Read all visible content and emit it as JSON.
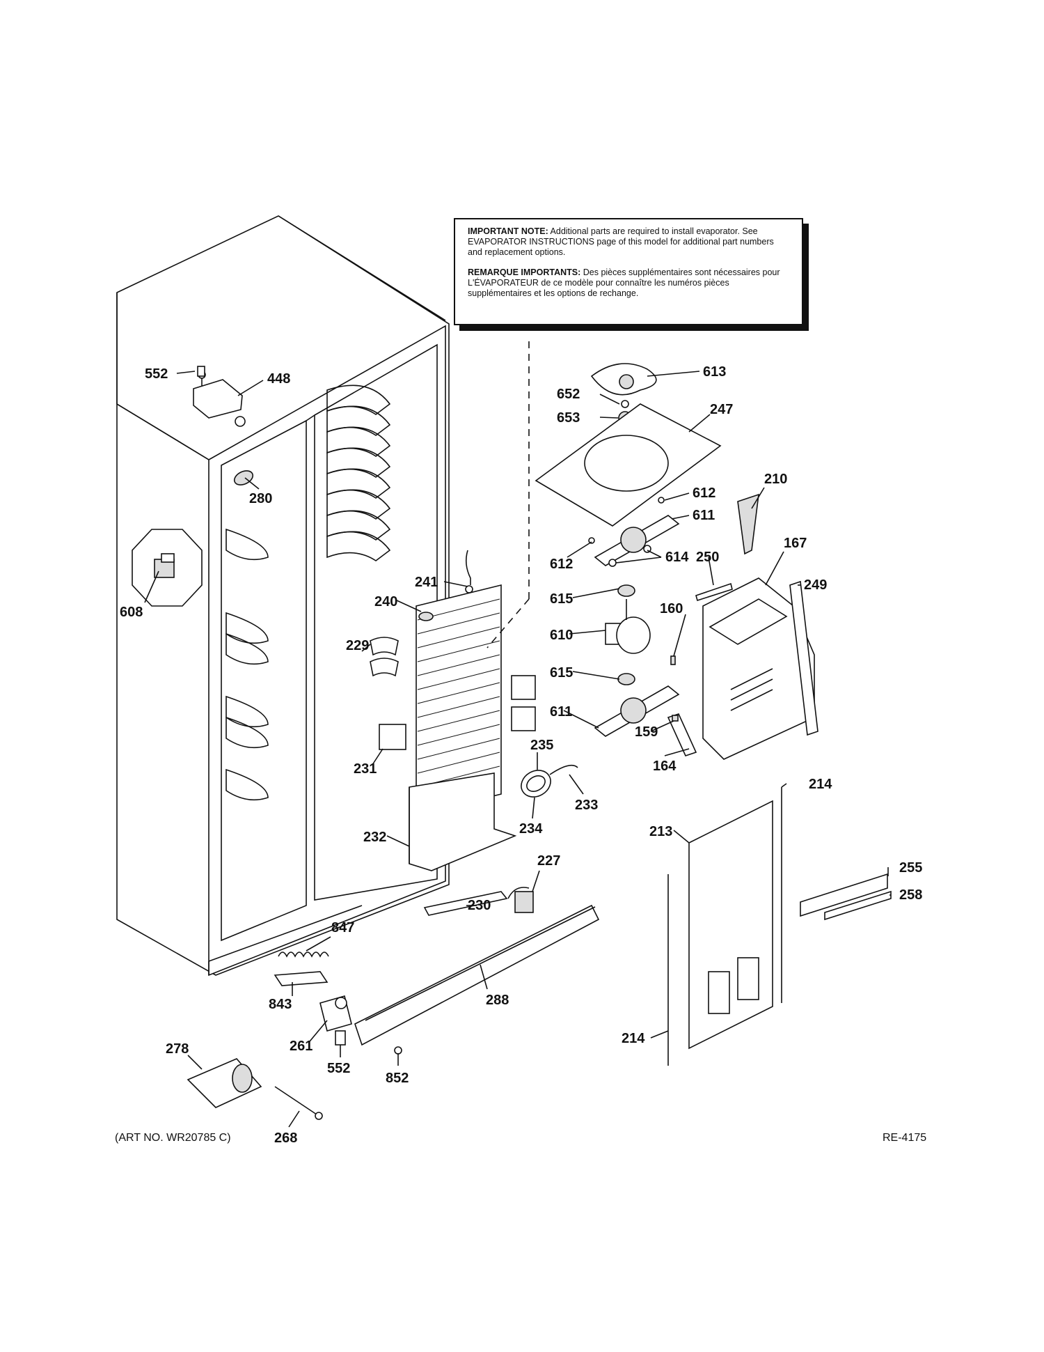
{
  "note": {
    "en_heading": "IMPORTANT NOTE:",
    "en_text": "Additional parts are required to install evaporator. See EVAPORATOR INSTRUCTIONS page of this model for additional part numbers and replacement options.",
    "fr_heading": "REMARQUE IMPORTANTS:",
    "fr_text": "Des pièces supplémentaires sont nécessaires pour L'ÉVAPORATEUR de ce modèle pour connaître les numéros pièces supplémentaires et les options de rechange."
  },
  "callouts": [
    "552",
    "448",
    "280",
    "608",
    "613",
    "652",
    "653",
    "247",
    "612",
    "611",
    "210",
    "612",
    "614",
    "167",
    "250",
    "249",
    "241",
    "240",
    "615",
    "160",
    "610",
    "229",
    "615",
    "611",
    "159",
    "164",
    "231",
    "235",
    "233",
    "234",
    "232",
    "214",
    "213",
    "255",
    "227",
    "258",
    "230",
    "847",
    "843",
    "288",
    "261",
    "552",
    "214",
    "278",
    "852",
    "268"
  ],
  "footer": {
    "art_no": "(ART NO. WR20785 C)",
    "ref": "RE-4175"
  }
}
